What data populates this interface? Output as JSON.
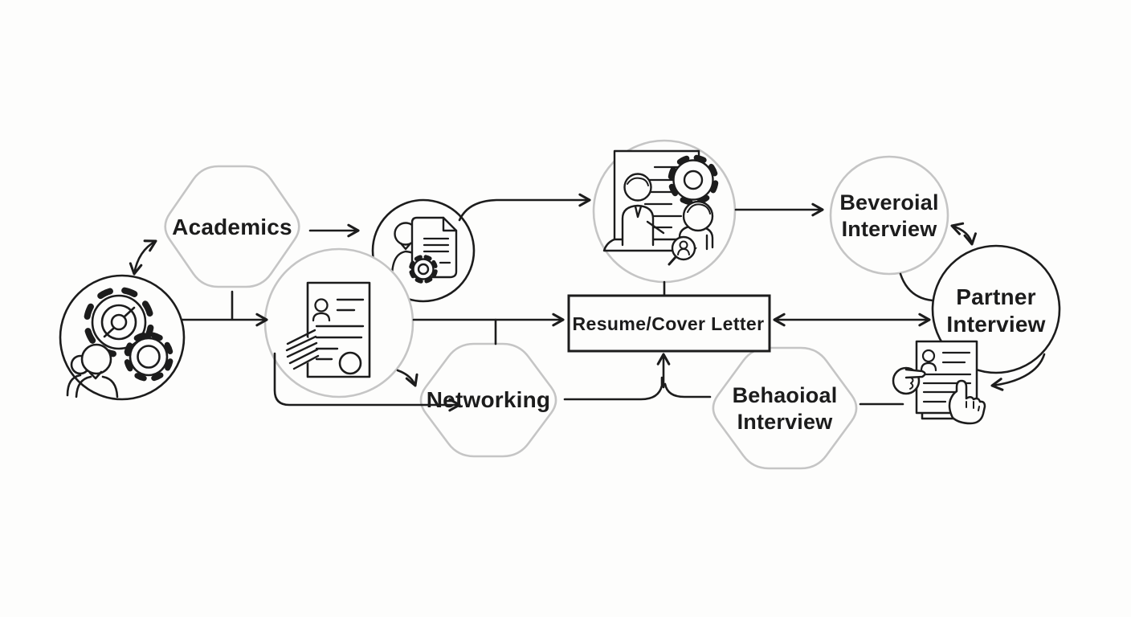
{
  "diagram": {
    "type": "flowchart",
    "title": "Job application process flow diagram",
    "background": "#fdfdfc",
    "colors": {
      "line": "#1c1c1c",
      "shape_outline_gray": "#c5c5c5",
      "text": "#1c1c1c",
      "fill": "#ffffff"
    },
    "nodes": {
      "academics": {
        "shape": "hexagon",
        "outline": "gray",
        "label": "Academics"
      },
      "career_gears": {
        "shape": "circle",
        "outline": "dark",
        "icon": "gears-team-icon",
        "label": ""
      },
      "resume_document": {
        "shape": "circle",
        "outline": "gray",
        "icon": "resume-document-icon",
        "label": ""
      },
      "applicant_profile": {
        "shape": "circle",
        "outline": "dark",
        "icon": "person-document-gear-icon",
        "label": ""
      },
      "application_review": {
        "shape": "circle",
        "outline": "gray",
        "icon": "interview-panel-icon",
        "label": ""
      },
      "behavioral_interview_circle": {
        "shape": "circle",
        "outline": "gray",
        "label_line1": "Beveroial",
        "label_line2": "Interview"
      },
      "partner_interview": {
        "shape": "circle",
        "outline": "dark",
        "label_line1": "Partner",
        "label_line2": "Interview"
      },
      "resume_cover_letter": {
        "shape": "rectangle",
        "outline": "dark",
        "label": "Resume/Cover Letter"
      },
      "networking": {
        "shape": "hexagon",
        "outline": "gray",
        "label": "Networking"
      },
      "behavioral_interview_hex": {
        "shape": "hexagon",
        "outline": "gray",
        "label_line1": "Behaoioal",
        "label_line2": "Interview"
      },
      "resume_review": {
        "shape": "icon",
        "outline": "dark",
        "icon": "document-pointing-hand-icon",
        "label": ""
      }
    },
    "edges": [
      {
        "from": "career_gears",
        "to": "academics",
        "style": "curved",
        "arrows": "both"
      },
      {
        "from": "academics",
        "to": "applicant_profile",
        "style": "straight",
        "arrows": "end"
      },
      {
        "from": "career_gears",
        "to": "resume_document",
        "style": "straight",
        "arrows": "end"
      },
      {
        "from": "academics",
        "to": "resume_document",
        "style": "t-junction",
        "arrows": "none"
      },
      {
        "from": "applicant_profile",
        "to": "application_review",
        "style": "curved",
        "arrows": "end"
      },
      {
        "from": "resume_document",
        "to": "resume_cover_letter",
        "style": "straight",
        "arrows": "end"
      },
      {
        "from": "resume_document",
        "to": "networking",
        "style": "curved-short",
        "arrows": "end"
      },
      {
        "from": "resume_document",
        "to": "networking",
        "style": "curved-long",
        "arrows": "end"
      },
      {
        "from": "application_review",
        "to": "resume_cover_letter",
        "style": "straight",
        "arrows": "none"
      },
      {
        "from": "application_review",
        "to": "behavioral_interview_circle",
        "style": "straight",
        "arrows": "end"
      },
      {
        "from": "behavioral_interview_circle",
        "to": "partner_interview",
        "style": "curved",
        "arrows": "both"
      },
      {
        "from": "behavioral_interview_circle",
        "to": "partner_interview",
        "style": "curved-connector",
        "arrows": "none"
      },
      {
        "from": "resume_cover_letter",
        "to": "partner_interview",
        "style": "straight",
        "arrows": "both"
      },
      {
        "from": "networking",
        "to": "resume_cover_letter",
        "style": "merge-up",
        "arrows": "end"
      },
      {
        "from": "behavioral_interview_hex",
        "to": "resume_cover_letter",
        "style": "merge-up",
        "arrows": "end"
      },
      {
        "from": "behavioral_interview_hex",
        "to": "resume_review",
        "style": "straight",
        "arrows": "none"
      },
      {
        "from": "partner_interview",
        "to": "resume_review",
        "style": "curved",
        "arrows": "end"
      }
    ]
  }
}
